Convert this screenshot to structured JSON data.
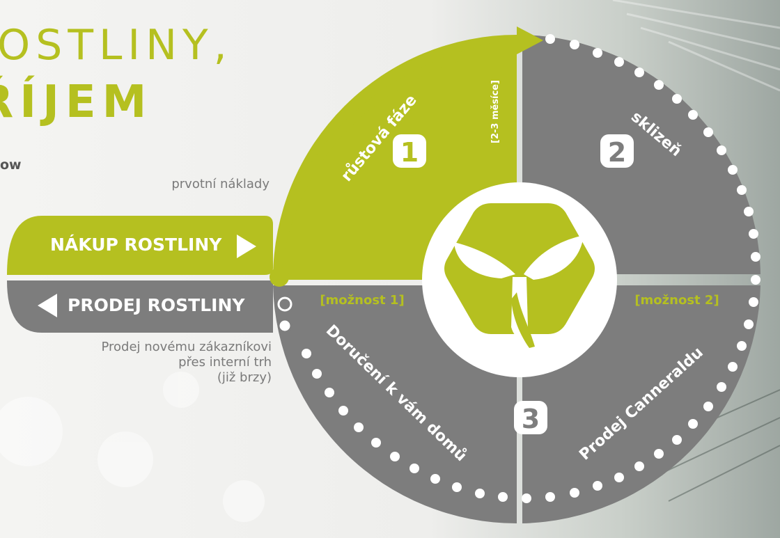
{
  "title": {
    "line1": "OSTLINY,",
    "line2": "ŘÍJEM",
    "subtitle_fragment": "ow"
  },
  "notes": {
    "initial_costs": "prvotní náklady",
    "sale_line1": "Prodej novému zákazníkovi",
    "sale_line2": "přes interní trh",
    "sale_line3": "(již brzy)"
  },
  "bars": {
    "buy_label": "NÁKUP ROSTLINY",
    "sell_label": "PRODEJ ROSTLINY"
  },
  "phases": {
    "growth_label": "růstová fáze",
    "growth_duration": "[2-3 měsíce]",
    "harvest_label": "sklizeň",
    "option1_tag": "[možnost 1]",
    "option2_tag": "[možnost 2]",
    "home_delivery_label": "Doručení k vám domů",
    "sale_to_canneraldu_label": "Prodej Canneraldu",
    "number_1": "1",
    "number_2": "2",
    "number_3": "3"
  },
  "icons": {
    "center": "plant-sprout-hexagon-icon",
    "buy_arrow": "arrow-right-icon",
    "sell_arrow": "arrow-left-icon"
  },
  "colors": {
    "accent_green": "#b5c020",
    "gray": "#7d7d7d",
    "white": "#ffffff",
    "background": "#f2f2f0"
  }
}
